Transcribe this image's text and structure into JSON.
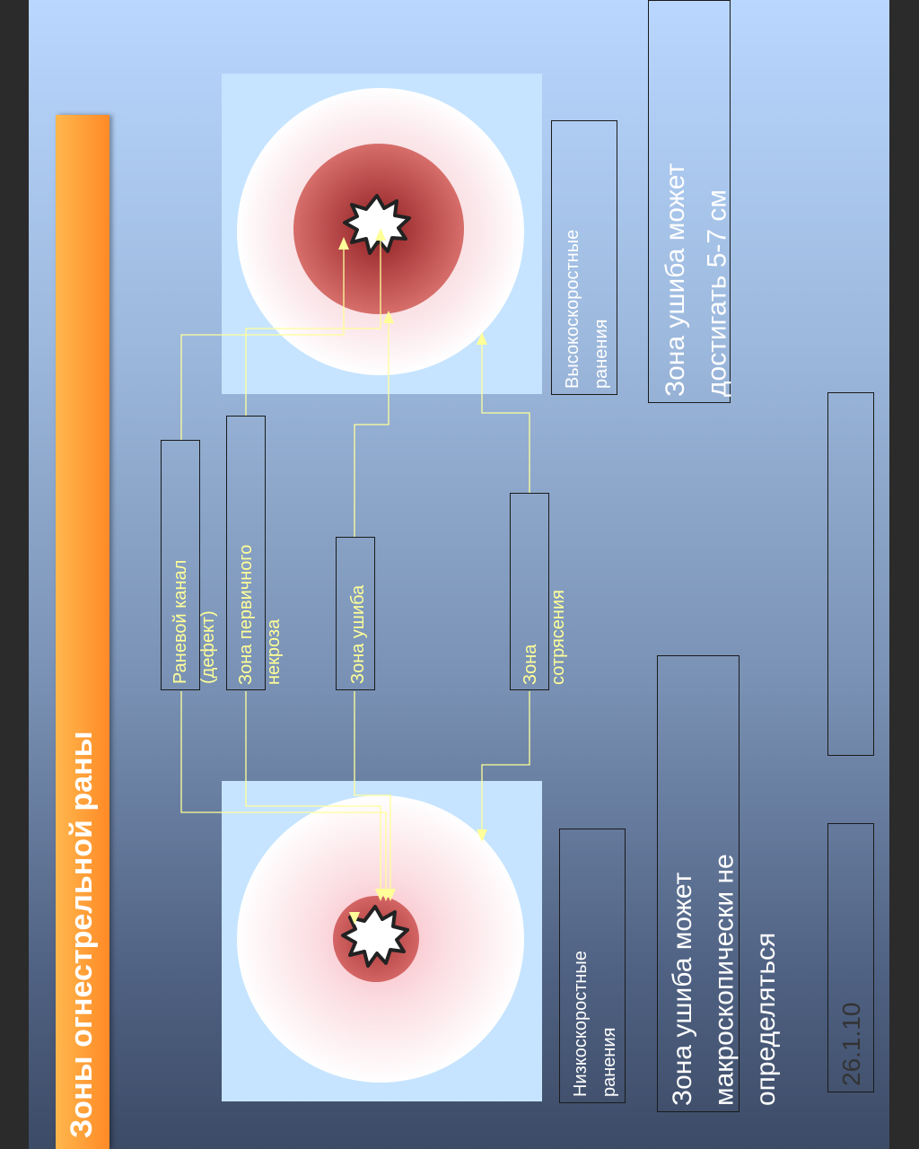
{
  "title": "Зоны огнестрельной раны",
  "labels": {
    "wound_channel_line1": "Раневой канал",
    "wound_channel_line2": "(дефект)",
    "primary_necrosis_line1": "Зона  первичного",
    "primary_necrosis_line2": "некроза",
    "contusion": "Зона ушиба",
    "commotion_line1": "Зона",
    "commotion_line2": "сотрясения"
  },
  "high_velocity": {
    "label_line1": "Высокоскоростные",
    "label_line2": "ранения",
    "note_line1": "Зона ушиба может",
    "note_line2": "достигать 5-7 см"
  },
  "low_velocity": {
    "label_line1": "Низкоскоростные",
    "label_line2": "ранения",
    "note_line1": "Зона ушиба может",
    "note_line2": "макроскопически не",
    "note_line3": "определяться"
  },
  "date": "26.1.10",
  "colors": {
    "title_bar": "#ff9933",
    "arrow": "#ffff99",
    "panel": "#c6e4ff",
    "contusion_zone": "#c94a4a"
  }
}
